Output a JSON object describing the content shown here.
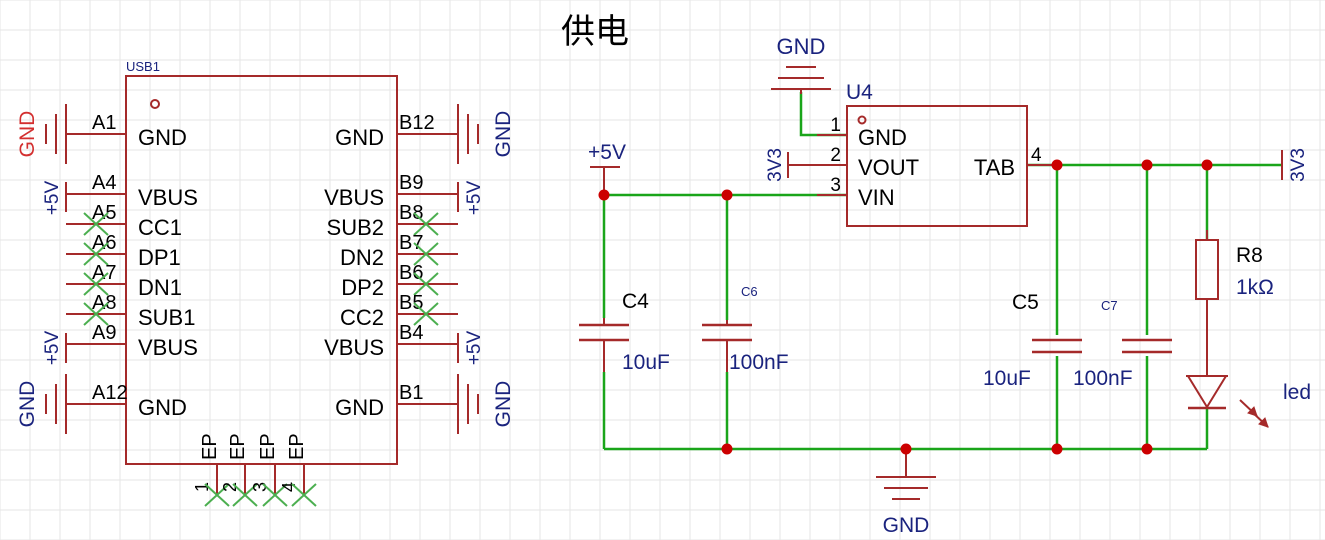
{
  "title": "供电",
  "colors": {
    "component": "#a52a2a",
    "wire": "#1aa51a",
    "junction": "#cc0000",
    "label_blue": "#1a237e",
    "label_red": "#d32f2f",
    "noconnect": "#4caf50",
    "grid": "#e6e6e6"
  },
  "usb": {
    "designator": "USB1",
    "left_pins": [
      {
        "num": "A1",
        "name": "GND"
      },
      {
        "num": "A4",
        "name": "VBUS"
      },
      {
        "num": "A5",
        "name": "CC1"
      },
      {
        "num": "A6",
        "name": "DP1"
      },
      {
        "num": "A7",
        "name": "DN1"
      },
      {
        "num": "A8",
        "name": "SUB1"
      },
      {
        "num": "A9",
        "name": "VBUS"
      },
      {
        "num": "A12",
        "name": "GND"
      }
    ],
    "right_pins": [
      {
        "num": "B12",
        "name": "GND"
      },
      {
        "num": "B9",
        "name": "VBUS"
      },
      {
        "num": "B8",
        "name": "SUB2"
      },
      {
        "num": "B7",
        "name": "DN2"
      },
      {
        "num": "B6",
        "name": "DP2"
      },
      {
        "num": "B5",
        "name": "CC2"
      },
      {
        "num": "B4",
        "name": "VBUS"
      },
      {
        "num": "B1",
        "name": "GND"
      }
    ],
    "bottom_pins": [
      {
        "num": "1",
        "name": "EP"
      },
      {
        "num": "2",
        "name": "EP"
      },
      {
        "num": "3",
        "name": "EP"
      },
      {
        "num": "4",
        "name": "EP"
      }
    ],
    "nets": {
      "gnd_a1": "GND",
      "vbus_a4": "+5V",
      "vbus_a9": "+5V",
      "gnd_a12": "GND",
      "gnd_b12": "GND",
      "vbus_b9": "+5V",
      "vbus_b4": "+5V",
      "gnd_b1": "GND"
    }
  },
  "regulator": {
    "designator": "U4",
    "pins": [
      {
        "num": "1",
        "name": "GND"
      },
      {
        "num": "2",
        "name": "VOUT"
      },
      {
        "num": "3",
        "name": "VIN"
      }
    ],
    "tab_pin": {
      "num": "4",
      "name": "TAB"
    },
    "gnd_net": "GND",
    "vout_net": "3V3"
  },
  "power_in_net": "+5V",
  "output_net": "3V3",
  "ground_net": "GND",
  "capacitors": {
    "c4": {
      "ref": "C4",
      "value": "10uF"
    },
    "c6": {
      "ref": "C6",
      "value": "100nF"
    },
    "c5": {
      "ref": "C5",
      "value": "10uF"
    },
    "c7": {
      "ref": "C7",
      "value": "100nF"
    }
  },
  "resistor": {
    "ref": "R8",
    "value": "1kΩ"
  },
  "led": {
    "label": "led"
  }
}
